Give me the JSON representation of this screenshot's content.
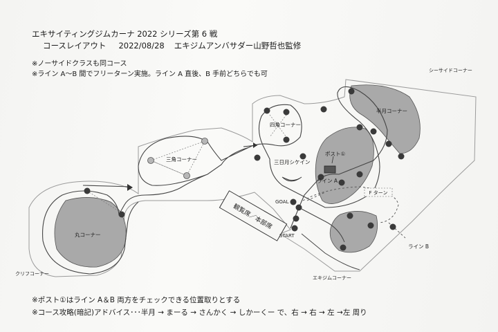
{
  "header": {
    "title": "エキサイティングジムカーナ 2022 シリーズ第 6 戦",
    "subtitle": "コースレイアウト",
    "date": "2022/08/28",
    "supervisor": "エキジムアンバサダー山野哲也監修"
  },
  "notes": [
    "※ノーサイドクラスも同コース",
    "※ライン A～B 間でフリーターン実施。ライン A 直後、B 手前どちらでも可"
  ],
  "map_labels": {
    "seaside_corner": "シーサイドコーナー",
    "half_moon_corner": "半月コーナー",
    "square_corner": "四角コーナー",
    "triangle_corner": "三角コーナー",
    "crescent_sikane": "三日月シケイン",
    "post1": "ポスト①",
    "line_a": "ライン A",
    "free_turn": "F ターン",
    "goal": "GOAL",
    "start": "START",
    "grandstand": "観覧席／本部席",
    "circle_corner": "丸コーナー",
    "cliff_corner": "クリフコーナー",
    "ekigym_corner": "エキジムコーナー",
    "line_b": "ライン B"
  },
  "footer": [
    "※ポスト①はライン A＆B 両方をチェックできる位置取りとする",
    "※コース攻略(暗記)アドバイス･･･半月 → まーる → さんかく → しかーくー で、右 → 右 → 左 →左 周り"
  ],
  "colors": {
    "island_fill": "#a9a9a9",
    "pylon": "#3a3a3a",
    "line": "#444444"
  }
}
